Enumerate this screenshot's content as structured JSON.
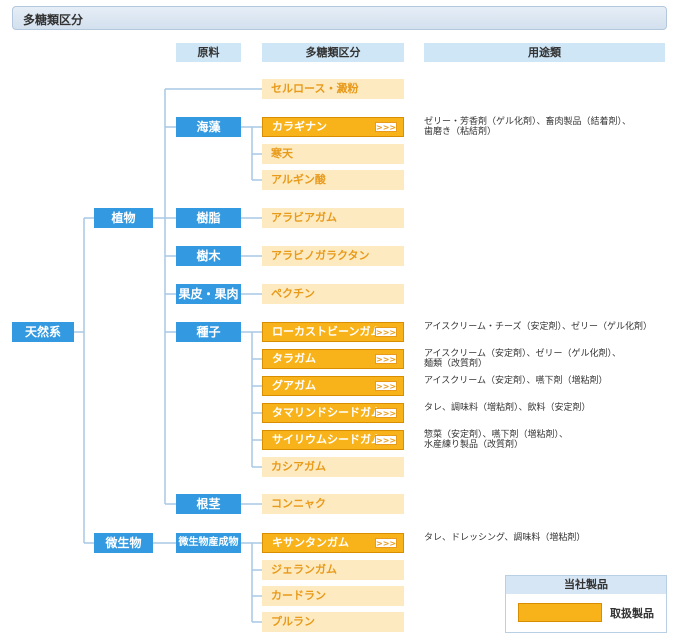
{
  "title": "多糖類区分",
  "headers": {
    "raw_material": "原料",
    "polysaccharide": "多糖類区分",
    "uses": "用途類"
  },
  "tree": {
    "root": "天然系",
    "level1": {
      "plant": "植物",
      "microbe": "微生物"
    },
    "level2": {
      "seaweed": "海藻",
      "resin": "樹脂",
      "wood": "樹木",
      "peel": "果皮・果肉",
      "seed": "種子",
      "root": "根茎",
      "microbial": "微生物産成物"
    }
  },
  "products": [
    {
      "label": "セルロース・澱粉",
      "handled": false
    },
    {
      "label": "カラギナン",
      "handled": true
    },
    {
      "label": "寒天",
      "handled": false
    },
    {
      "label": "アルギン酸",
      "handled": false
    },
    {
      "label": "アラビアガム",
      "handled": false
    },
    {
      "label": "アラビノガラクタン",
      "handled": false
    },
    {
      "label": "ペクチン",
      "handled": false
    },
    {
      "label": "ローカストビーンガム",
      "handled": true
    },
    {
      "label": "タラガム",
      "handled": true
    },
    {
      "label": "グアガム",
      "handled": true
    },
    {
      "label": "タマリンドシードガム",
      "handled": true
    },
    {
      "label": "サイリウムシードガム",
      "handled": true
    },
    {
      "label": "カシアガム",
      "handled": false
    },
    {
      "label": "コンニャク",
      "handled": false
    },
    {
      "label": "キサンタンガム",
      "handled": true
    },
    {
      "label": "ジェランガム",
      "handled": false
    },
    {
      "label": "カードラン",
      "handled": false
    },
    {
      "label": "プルラン",
      "handled": false
    }
  ],
  "uses": {
    "carrageenan": [
      "ゼリー・芳香剤（ゲル化剤）、畜肉製品（結着剤）、",
      "歯磨き（粘結剤）"
    ],
    "locust_bean": [
      "アイスクリーム・チーズ（安定剤）、ゼリー（ゲル化剤）"
    ],
    "tara": [
      "アイスクリーム（安定剤）、ゼリー（ゲル化剤）、",
      "麺類（改質剤）"
    ],
    "guar": [
      "アイスクリーム（安定剤）、嚥下剤（増粘剤）"
    ],
    "tamarind": [
      "タレ、調味料（増粘剤）、飲料（安定剤）"
    ],
    "psyllium": [
      "惣菜（安定剤）、嚥下剤（増粘剤）、",
      "水産練り製品（改質剤）"
    ],
    "xanthan": [
      "タレ、ドレッシング、調味料（増粘剤）"
    ]
  },
  "arrow_glyph": ">>>",
  "legend": {
    "title": "当社製品",
    "label": "取扱製品"
  },
  "colors": {
    "category_blue": "#3399e0",
    "handled_orange": "#f9b31a",
    "unhandled_cream": "#fdeac0",
    "header_blue": "#cfe6f7"
  }
}
